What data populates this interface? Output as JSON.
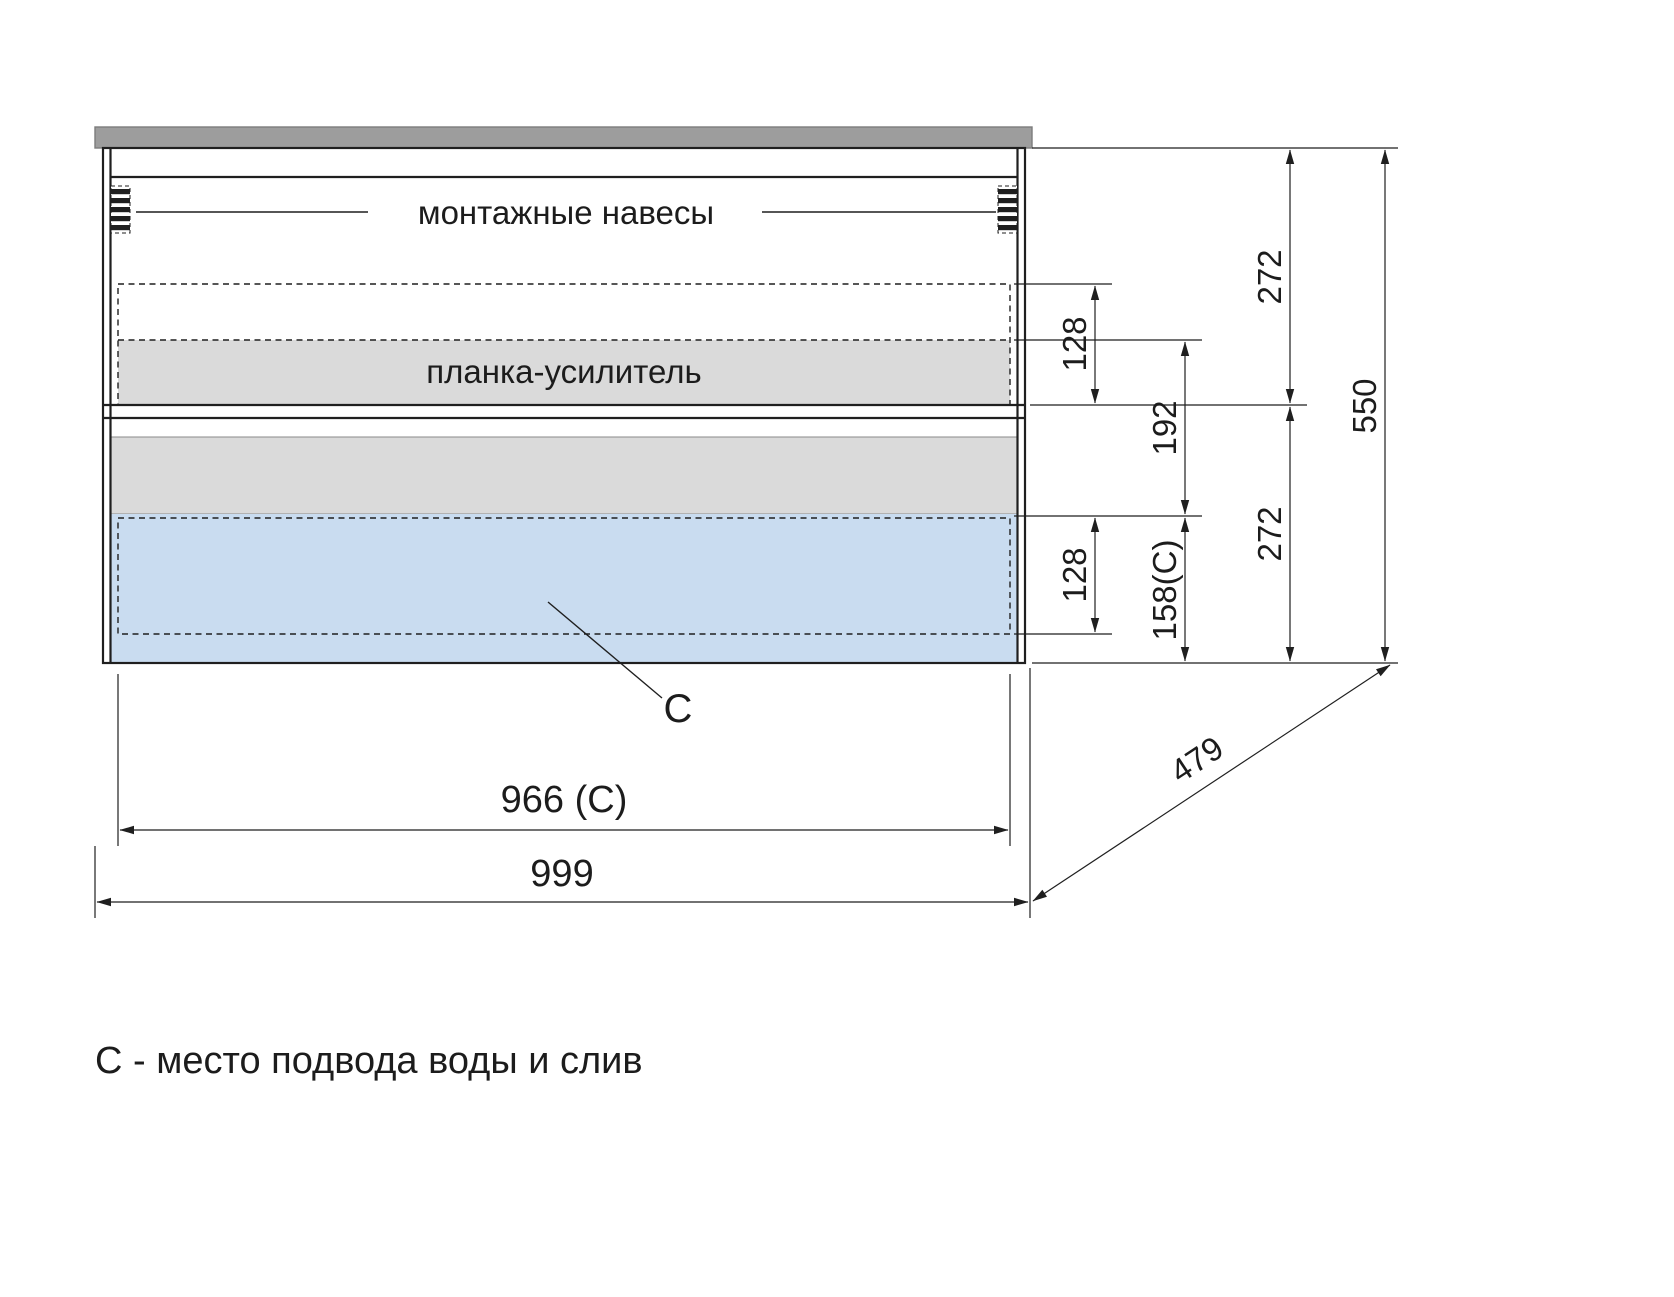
{
  "diagram": {
    "labels": {
      "mounting_hangers": "монтажные навесы",
      "reinforcement_bar": "планка-усилитель",
      "c_marker": "С",
      "footnote": "С - место подвода воды и слив"
    },
    "dimensions": {
      "top_section_height": "272",
      "top_inset_height": "128",
      "middle_span": "192",
      "bottom_section_height": "272",
      "bottom_inset_height": "128",
      "drain_zone_height": "158(С)",
      "total_height": "550",
      "depth": "479",
      "drain_zone_width": "966 (С)",
      "total_width": "999"
    },
    "colors": {
      "countertop_gray": "#9d9d9d",
      "strip_gray": "#dadada",
      "drain_blue": "#c9dcf0",
      "line_black": "#1f1f1f"
    }
  }
}
